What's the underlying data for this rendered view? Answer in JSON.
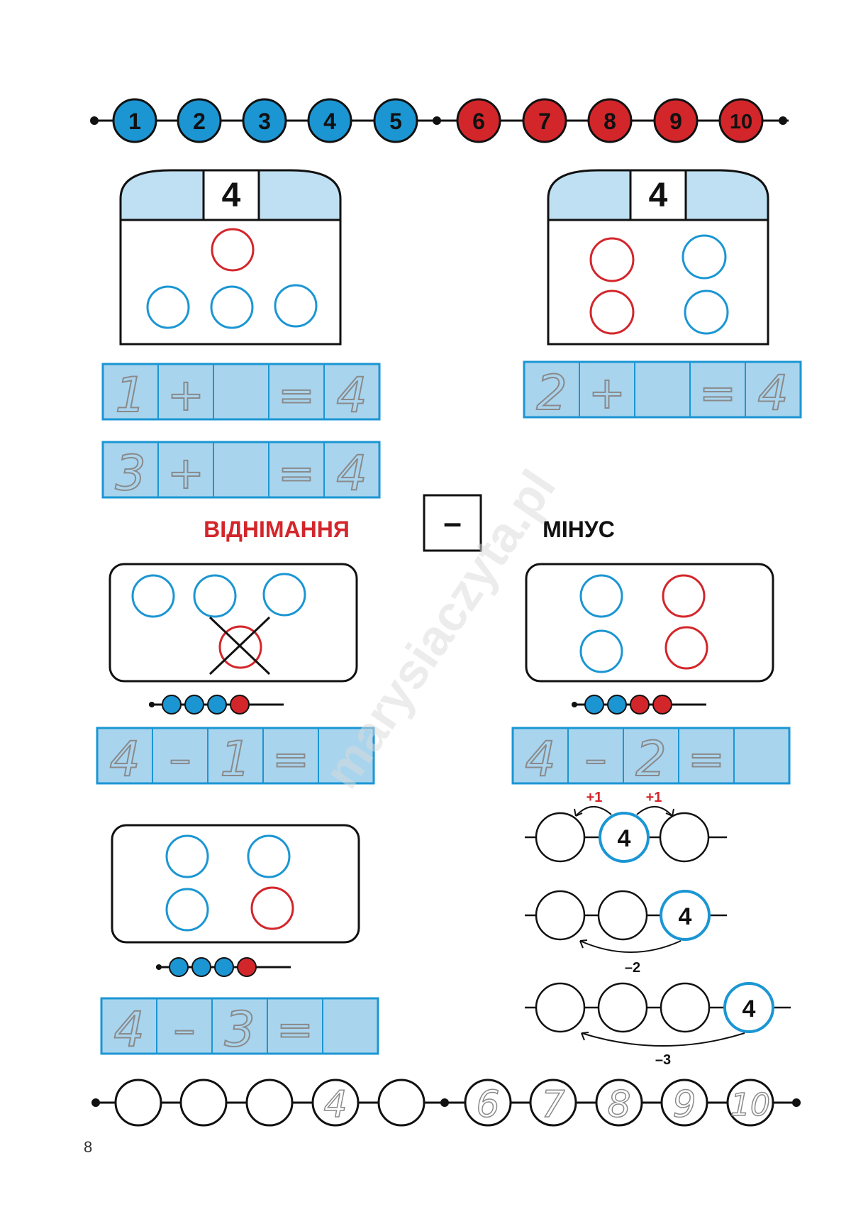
{
  "colors": {
    "blue": "#1b96d3",
    "blue_light": "#bfe0f2",
    "blue_band": "#a9d4ee",
    "red": "#d3262b",
    "black": "#111111",
    "trace_gray": "#8a8a8a"
  },
  "top_number_line": {
    "blue_beads": [
      "1",
      "2",
      "3",
      "4",
      "5"
    ],
    "red_beads": [
      "6",
      "7",
      "8",
      "9",
      "10"
    ]
  },
  "houses": [
    {
      "roof_number": "4",
      "dots": [
        "red",
        "blue",
        "blue",
        "blue"
      ]
    },
    {
      "roof_number": "4",
      "dots": [
        "red",
        "blue",
        "red",
        "blue"
      ]
    }
  ],
  "addition_rows": [
    {
      "cells": [
        "1",
        "+",
        "",
        "=",
        "4"
      ]
    },
    {
      "cells": [
        "3",
        "+",
        "",
        "=",
        "4"
      ]
    },
    {
      "cells": [
        "2",
        "+",
        "",
        "=",
        "4"
      ]
    }
  ],
  "subtraction": {
    "title": "ВІДНІМАННЯ",
    "sign": "–",
    "sign_name": "МІНУС"
  },
  "subtraction_rows": [
    {
      "cells": [
        "4",
        "–",
        "1",
        "=",
        ""
      ]
    },
    {
      "cells": [
        "4",
        "–",
        "2",
        "=",
        ""
      ]
    },
    {
      "cells": [
        "4",
        "–",
        "3",
        "=",
        ""
      ]
    }
  ],
  "mini_bead_rows": [
    [
      "blue",
      "blue",
      "blue",
      "red"
    ],
    [
      "blue",
      "blue",
      "red",
      "red"
    ],
    [
      "blue",
      "blue",
      "blue",
      "red"
    ]
  ],
  "neighbours": {
    "center": "4",
    "left_jump": "+1",
    "right_jump": "+1"
  },
  "jump_rows": [
    {
      "value": "4",
      "jump": "–2"
    },
    {
      "value": "4",
      "jump": "–3"
    }
  ],
  "bottom_number_line": [
    "",
    "",
    "",
    "4",
    "",
    "6",
    "7",
    "8",
    "9",
    "10"
  ],
  "watermark": "marysiaczyta.pl",
  "page_number": "8"
}
